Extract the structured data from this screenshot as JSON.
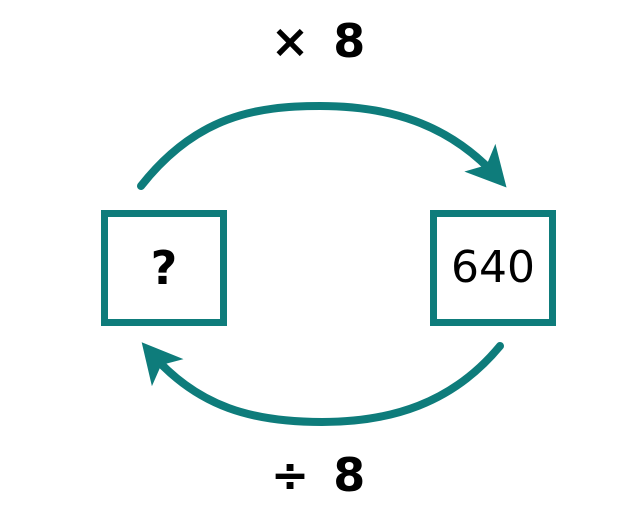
{
  "diagram": {
    "title_top_label": "× 8",
    "title_bottom_label": "÷ 8",
    "accent_color": "#0e7c7b",
    "text_color": "#000000",
    "background_color": "#ffffff",
    "boxes": [
      {
        "id": "left",
        "value": "?",
        "role": "unknown-value"
      },
      {
        "id": "right",
        "value": "640",
        "role": "known-value"
      }
    ],
    "arrows": [
      {
        "id": "top",
        "label": "× 8",
        "direction": "left-to-right",
        "description": "curved-arrow-multiply"
      },
      {
        "id": "bottom",
        "label": "÷ 8",
        "direction": "right-to-left",
        "description": "curved-arrow-divide"
      }
    ]
  }
}
